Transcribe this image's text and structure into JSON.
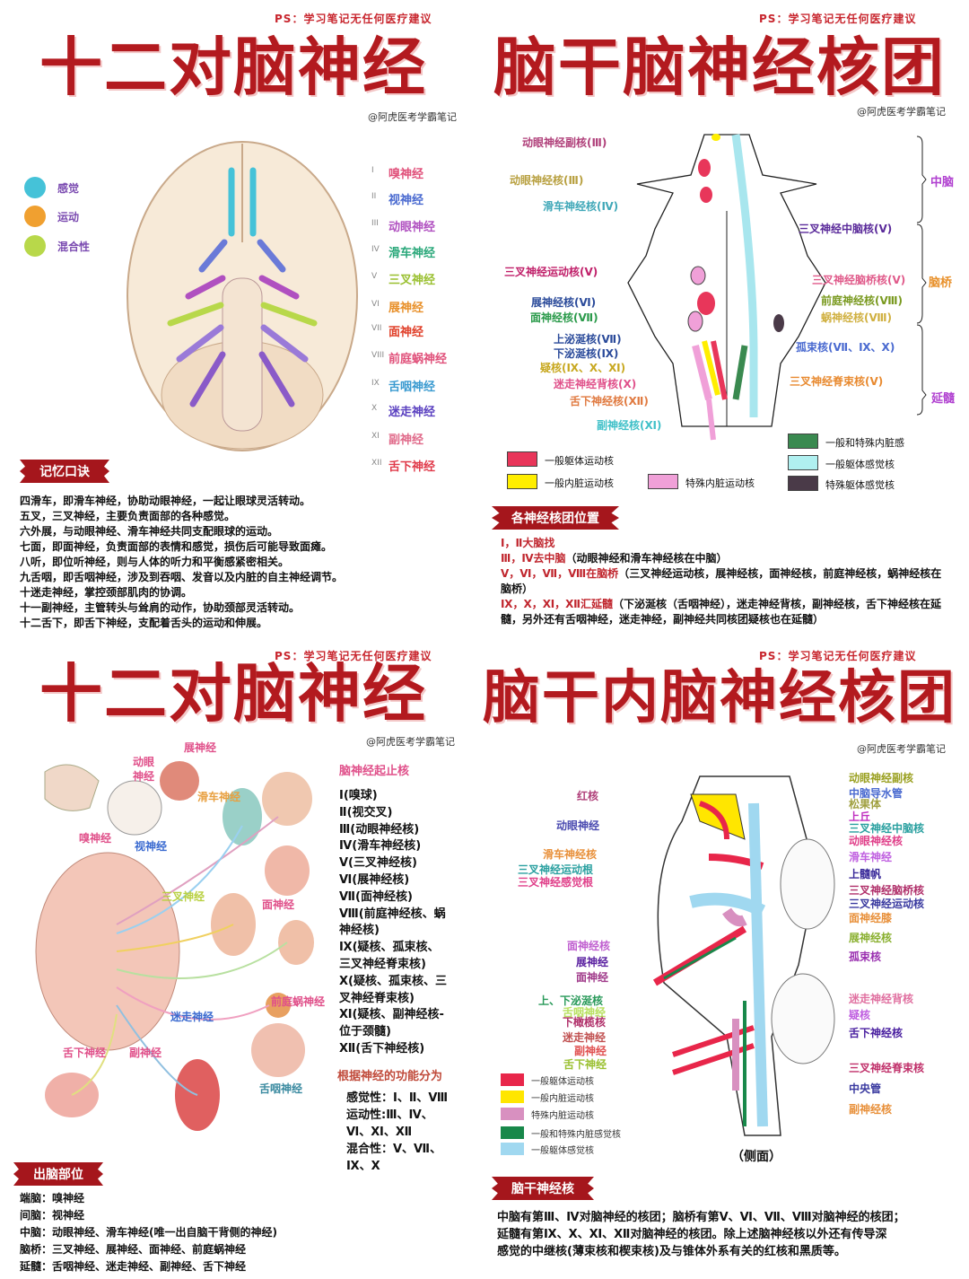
{
  "panels": {
    "tl": {
      "ps": "PS：学习笔记无任何医疗建议",
      "title": "十二对脑神经",
      "author": "@阿虎医考学霸笔记",
      "legend": [
        {
          "label": "感觉",
          "color": "#45c2d8"
        },
        {
          "label": "运动",
          "color": "#f0a030"
        },
        {
          "label": "混合性",
          "color": "#b8d84a"
        }
      ],
      "nerves": [
        {
          "numeral": "I",
          "name": "嗅神经",
          "color": "#e0507a"
        },
        {
          "numeral": "II",
          "name": "视神经",
          "color": "#4a6ad0"
        },
        {
          "numeral": "III",
          "name": "动眼神经",
          "color": "#b050c0"
        },
        {
          "numeral": "IV",
          "name": "滑车神经",
          "color": "#2aa87a"
        },
        {
          "numeral": "V",
          "name": "三叉神经",
          "color": "#9ac030"
        },
        {
          "numeral": "VI",
          "name": "展神经",
          "color": "#e8902a"
        },
        {
          "numeral": "VII",
          "name": "面神经",
          "color": "#e0402a"
        },
        {
          "numeral": "VIII",
          "name": "前庭蜗神经",
          "color": "#e0507a"
        },
        {
          "numeral": "IX",
          "name": "舌咽神经",
          "color": "#3a9ad0"
        },
        {
          "numeral": "X",
          "name": "迷走神经",
          "color": "#5a40c0"
        },
        {
          "numeral": "XI",
          "name": "副神经",
          "color": "#e06a8a"
        },
        {
          "numeral": "XII",
          "name": "舌下神经",
          "color": "#e03a4a"
        }
      ],
      "mnemonic_heading": "记忆口诀",
      "mnemonic": [
        "四滑车，即滑车神经，协助动眼神经，一起让眼球灵活转动。",
        "五叉，三叉神经，主要负责面部的各种感觉。",
        "六外展，与动眼神经、滑车神经共同支配眼球的运动。",
        "七面，即面神经，负责面部的表情和感觉，损伤后可能导致面瘫。",
        "八听，即位听神经，则与人体的听力和平衡感紧密相关。",
        "九舌咽，即舌咽神经，涉及到吞咽、发音以及内脏的自主神经调节。",
        "十迷走神经，掌控颈部肌肉的协调。",
        "十一副神经，主管转头与耸肩的动作，协助颈部灵活转动。",
        "十二舌下，即舌下神经，支配着舌头的运动和伸展。"
      ]
    },
    "tr": {
      "ps": "PS：学习笔记无任何医疗建议",
      "title": "脑干脑神经核团",
      "author": "@阿虎医考学霸笔记",
      "labels": [
        {
          "text": "动眼神经副核(Ⅲ)",
          "color": "#b0407a"
        },
        {
          "text": "动眼神经核(Ⅲ)",
          "color": "#b8a040"
        },
        {
          "text": "滑车神经核(Ⅳ)",
          "color": "#40a8b8"
        },
        {
          "text": "三叉神经中脑核(Ⅴ)",
          "color": "#5a2a9a"
        },
        {
          "text": "三叉神经运动核(Ⅴ)",
          "color": "#c0206a"
        },
        {
          "text": "三叉神经脑桥核(Ⅴ)",
          "color": "#e05a8a"
        },
        {
          "text": "展神经核(Ⅵ)",
          "color": "#2a4a9a"
        },
        {
          "text": "前庭神经核(Ⅷ)",
          "color": "#7a9a20"
        },
        {
          "text": "面神经核(Ⅶ)",
          "color": "#2a9a4a"
        },
        {
          "text": "蜗神经核(Ⅷ)",
          "color": "#d0b040"
        },
        {
          "text": "上泌涎核(Ⅶ)",
          "color": "#2a4a9a"
        },
        {
          "text": "孤束核(Ⅶ、Ⅸ、Ⅹ)",
          "color": "#4a6ad0"
        },
        {
          "text": "下泌涎核(Ⅸ)",
          "color": "#2a4a9a"
        },
        {
          "text": "疑核(Ⅸ、Ⅹ、Ⅺ)",
          "color": "#c8a820"
        },
        {
          "text": "迷走神经背核(Ⅹ)",
          "color": "#e0508a"
        },
        {
          "text": "三叉神经脊束核(Ⅴ)",
          "color": "#e88a30"
        },
        {
          "text": "舌下神经核(Ⅻ)",
          "color": "#e07a40"
        },
        {
          "text": "副神经核(Ⅺ)",
          "color": "#40c0c8"
        }
      ],
      "regions": [
        {
          "text": "中脑",
          "color": "#b040d0"
        },
        {
          "text": "脑桥",
          "color": "#e8902a"
        },
        {
          "text": "延髓",
          "color": "#b040d0"
        }
      ],
      "legend": [
        {
          "label": "一般躯体运动核",
          "color": "#e8365a"
        },
        {
          "label": "一般内脏运动核",
          "color": "#ffee00"
        },
        {
          "label": "特殊内脏运动核",
          "color": "#f0a0d8"
        },
        {
          "label": "一般和特殊内脏感",
          "color": "#3a8a50"
        },
        {
          "label": "一般躯体感觉核",
          "color": "#b0f0f0"
        },
        {
          "label": "特殊躯体感觉核",
          "color": "#4a3a48"
        }
      ],
      "location_heading": "各神经核团位置",
      "locations": [
        {
          "highlight": "Ⅰ，Ⅱ大脑找",
          "text": ""
        },
        {
          "highlight": "Ⅲ，Ⅳ去中脑",
          "text": "（动眼神经和滑车神经核在中脑）"
        },
        {
          "highlight": "Ⅴ，Ⅵ，Ⅶ，Ⅷ在脑桥",
          "text": "（三叉神经运动核，展神经核，面神经核，前庭神经核，蜗神经核在脑桥）"
        },
        {
          "highlight": "Ⅸ，Ⅹ，Ⅺ，Ⅻ汇延髓",
          "text": "（下泌涎核（舌咽神经），迷走神经背核，副神经核，舌下神经核在延髓，另外还有舌咽神经，迷走神经，副神经共同核团疑核也在延髓）"
        }
      ]
    },
    "bl": {
      "ps": "PS：学习笔记无任何医疗建议",
      "title": "十二对脑神经",
      "author": "@阿虎医考学霸笔记",
      "labels": [
        {
          "text": "动眼",
          "color": "#e0508a"
        },
        {
          "text": "神经",
          "color": "#e0508a"
        },
        {
          "text": "展神经",
          "color": "#e0508a"
        },
        {
          "text": "滑车神经",
          "color": "#e8a040"
        },
        {
          "text": "嗅神经",
          "color": "#e0508a"
        },
        {
          "text": "视神经",
          "color": "#3a6ad0"
        },
        {
          "text": "三叉神经",
          "color": "#b8d040"
        },
        {
          "text": "面神经",
          "color": "#e0508a"
        },
        {
          "text": "前庭蜗神经",
          "color": "#e0508a"
        },
        {
          "text": "迷走神经",
          "color": "#3a6ad0"
        },
        {
          "text": "舌下神经",
          "color": "#e0508a"
        },
        {
          "text": "副神经",
          "color": "#e0508a"
        },
        {
          "text": "舌咽神经",
          "color": "#3a8aa0"
        }
      ],
      "nuclei_heading": "脑神经起止核",
      "nuclei": [
        "Ⅰ(嗅球)",
        "Ⅱ(视交叉)",
        "Ⅲ(动眼神经核)",
        "Ⅳ(滑车神经核)",
        "Ⅴ(三叉神经核)",
        "Ⅵ(展神经核)",
        "Ⅶ(面神经核)",
        "Ⅷ(前庭神经核、蜗",
        "神经核)",
        "Ⅸ(疑核、孤束核、",
        "三叉神经脊束核)",
        "Ⅹ(疑核、孤束核、三",
        "叉神经脊束核)",
        "Ⅺ(疑核、副神经核-",
        "位于颈髓)",
        "Ⅻ(舌下神经核)"
      ],
      "function_heading": "根据神经的功能分为",
      "functions": [
        "感觉性：Ⅰ、Ⅱ、Ⅷ",
        "运动性:Ⅲ、Ⅳ、",
        "Ⅵ、Ⅺ、Ⅻ",
        "混合性：Ⅴ、Ⅶ、",
        "Ⅸ、Ⅹ"
      ],
      "exit_heading": "出脑部位",
      "exits": [
        {
          "region": "端脑：",
          "nerves": "嗅神经"
        },
        {
          "region": "间脑：",
          "nerves": "视神经"
        },
        {
          "region": "中脑：",
          "nerves": "动眼神经、滑车神经(唯一出自脑干背侧的神经)"
        },
        {
          "region": "脑桥：",
          "nerves": "三叉神经、展神经、面神经、前庭蜗神经"
        },
        {
          "region": "延髓：",
          "nerves": "舌咽神经、迷走神经、副神经、舌下神经"
        }
      ]
    },
    "br": {
      "ps": "PS：学习笔记无任何医疗建议",
      "title": "脑干内脑神经核团",
      "author": "@阿虎医考学霸笔记",
      "left_labels": [
        {
          "text": "红核",
          "color": "#b0407a"
        },
        {
          "text": "动眼神经",
          "color": "#4a4ab0"
        },
        {
          "text": "滑车神经核",
          "color": "#e8903a"
        },
        {
          "text": "三叉神经运动根",
          "color": "#2aa0a0"
        },
        {
          "text": "三叉神经感觉根",
          "color": "#e0408a"
        },
        {
          "text": "面神经核",
          "color": "#c060d0"
        },
        {
          "text": "展神经",
          "color": "#5a20a0"
        },
        {
          "text": "面神经",
          "color": "#a03a8a"
        },
        {
          "text": "上、下泌涎核",
          "color": "#2a9a5a"
        },
        {
          "text": "舌咽神经",
          "color": "#b8e060"
        },
        {
          "text": "下橄榄核",
          "color": "#b0306a"
        },
        {
          "text": "迷走神经",
          "color": "#c05050"
        },
        {
          "text": "副神经",
          "color": "#e05050"
        },
        {
          "text": "舌下神经",
          "color": "#9ac030"
        }
      ],
      "right_labels": [
        {
          "text": "动眼神经副核",
          "color": "#9aa020"
        },
        {
          "text": "中脑导水管",
          "color": "#4a6ad0"
        },
        {
          "text": "松果体",
          "color": "#a0a040"
        },
        {
          "text": "上丘",
          "color": "#c030c0"
        },
        {
          "text": "三叉神经中脑核",
          "color": "#2aa0a0"
        },
        {
          "text": "动眼神经核",
          "color": "#e0408a"
        },
        {
          "text": "滑车神经",
          "color": "#c060e0"
        },
        {
          "text": "上髓帆",
          "color": "#3a2a9a"
        },
        {
          "text": "三叉神经脑桥核",
          "color": "#b0306a"
        },
        {
          "text": "三叉神经运动核",
          "color": "#3a3aa0"
        },
        {
          "text": "面神经膝",
          "color": "#e8903a"
        },
        {
          "text": "展神经核",
          "color": "#8ab030"
        },
        {
          "text": "孤束核",
          "color": "#9a30b0"
        },
        {
          "text": "迷走神经背核",
          "color": "#e070a0"
        },
        {
          "text": "疑核",
          "color": "#c060e0"
        },
        {
          "text": "舌下神经核",
          "color": "#4a20a0"
        },
        {
          "text": "三叉神经脊束核",
          "color": "#c0306a"
        },
        {
          "text": "中央管",
          "color": "#3a3aa0"
        },
        {
          "text": "副神经核",
          "color": "#e8903a"
        }
      ],
      "legend": [
        {
          "label": "一般躯体运动核",
          "color": "#e8264a"
        },
        {
          "label": "一般内脏运动核",
          "color": "#ffe600"
        },
        {
          "label": "特殊内脏运动核",
          "color": "#d890c0"
        },
        {
          "label": "一般和特殊内脏感觉核",
          "color": "#18884a"
        },
        {
          "label": "一般躯体感觉核",
          "color": "#a0d8f0"
        }
      ],
      "view_caption": "（侧面）",
      "summary_heading": "脑干神经核",
      "summary": [
        "中脑有第Ⅲ、Ⅳ对脑神经的核团；脑桥有第Ⅴ、Ⅵ、Ⅶ、Ⅷ对脑神经的核团；",
        "延髓有第Ⅸ、Ⅹ、Ⅺ、Ⅻ对脑神经的核团。除上述脑神经核以外还有传导深",
        "感觉的中继核(薄束核和楔束核)及与锥体外系有关的红核和黑质等。"
      ]
    }
  }
}
